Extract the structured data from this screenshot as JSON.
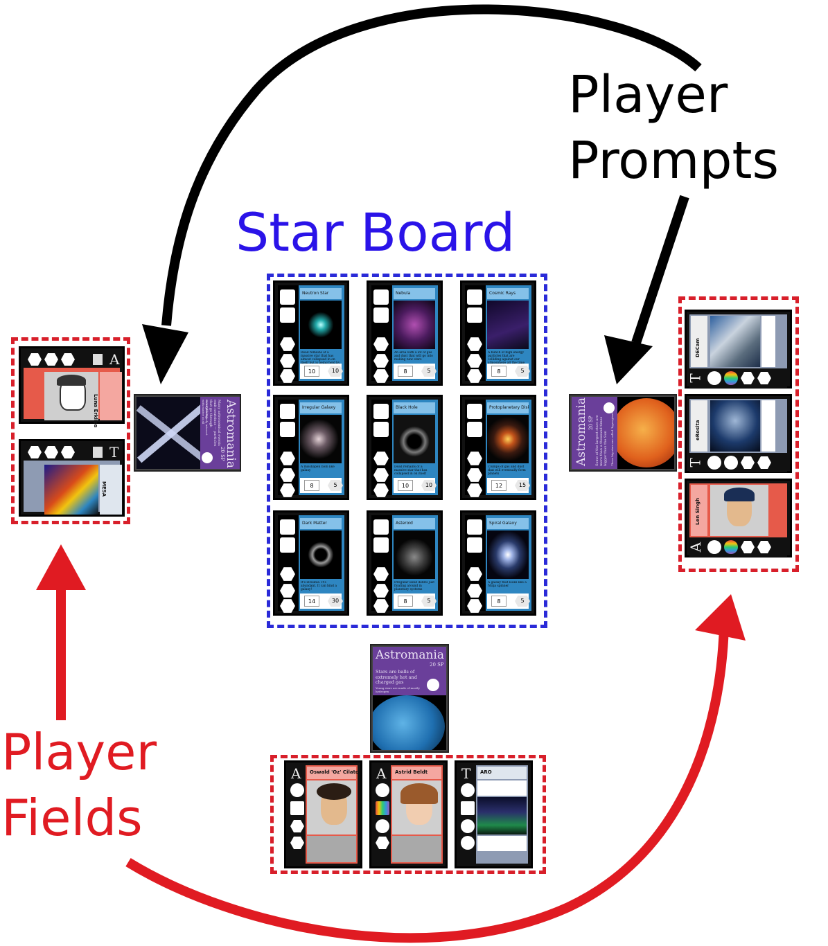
{
  "labels": {
    "player_prompts_line1": "Player",
    "player_prompts_line2": "Prompts",
    "star_board": "Star Board",
    "player_fields_line1": "Player",
    "player_fields_line2": "Fields"
  },
  "colors": {
    "prompts": "#000000",
    "star_board": "#2a13e8",
    "fields": "#e01b22",
    "card_blue": "#2e86c1",
    "astro_purple": "#6a3f9a",
    "player_salmon": "#f4a7a0",
    "player_steel": "#8e9bb3"
  },
  "star_cards": [
    {
      "title": "Neutron Star",
      "desc": "Dead remains of a massive star that has almost collapsed in on itself but is being held by neutrons",
      "a": "10",
      "b": "10"
    },
    {
      "title": "Nebula",
      "desc": "An area with a lot of gas and dust that will go into making new stars",
      "a": "8",
      "b": "5"
    },
    {
      "title": "Cosmic Rays",
      "desc": "A bunch of high energy particles that are colliding against our atmosphere all the time",
      "a": "8",
      "b": "5"
    },
    {
      "title": "Irregular Galaxy",
      "desc": "A misshapen blob like galaxy",
      "a": "8",
      "b": "5"
    },
    {
      "title": "Black Hole",
      "desc": "Dead remains of a massive star that has collapsed in on itself",
      "a": "10",
      "b": "10"
    },
    {
      "title": "Protoplanetary Disk",
      "desc": "Clumps of gas and dust that will eventually form planets",
      "a": "12",
      "b": "15"
    },
    {
      "title": "Dark Matter",
      "desc": "It's invisible. It's abundant. It can bind a galaxy!",
      "a": "14",
      "b": "30"
    },
    {
      "title": "Asteroid",
      "desc": "Irregular sized debris just floating around in planetary systems",
      "a": "8",
      "b": "5"
    },
    {
      "title": "Spiral Galaxy",
      "desc": "A galaxy that looks like a Ninja spinner",
      "a": "8",
      "b": "5"
    }
  ],
  "astro_cards": {
    "left": {
      "title": "Astromania",
      "sp": "20 SP",
      "text": "Many astronomical events emit neutrinos — particles that go through everything",
      "small": "Neutrinos barely interact with matter at all"
    },
    "right": {
      "title": "Astromania",
      "sp": "20 SP",
      "text": "Some of the largest stars are more than a thousand times bigger than the Sun",
      "small": "These big stars are called 'hypergiants'"
    },
    "bottom": {
      "title": "Astromania",
      "sp": "20 SP",
      "text": "Stars are balls of extremely hot and charged gas",
      "small": "Young stars are made of mostly hydrogen"
    }
  },
  "left_field": [
    {
      "letter": "A",
      "name": "Luna Erklips"
    },
    {
      "letter": "T",
      "name": "MESA"
    }
  ],
  "right_field": [
    {
      "letter": "T",
      "name": "DECam"
    },
    {
      "letter": "T",
      "name": "eRosita"
    },
    {
      "letter": "A",
      "name": "Len Singh"
    }
  ],
  "bottom_field": [
    {
      "letter": "A",
      "name": "Oswald 'Oz' Cilato"
    },
    {
      "letter": "A",
      "name": "Astrid Beldt"
    },
    {
      "letter": "T",
      "name": "ARO"
    }
  ]
}
